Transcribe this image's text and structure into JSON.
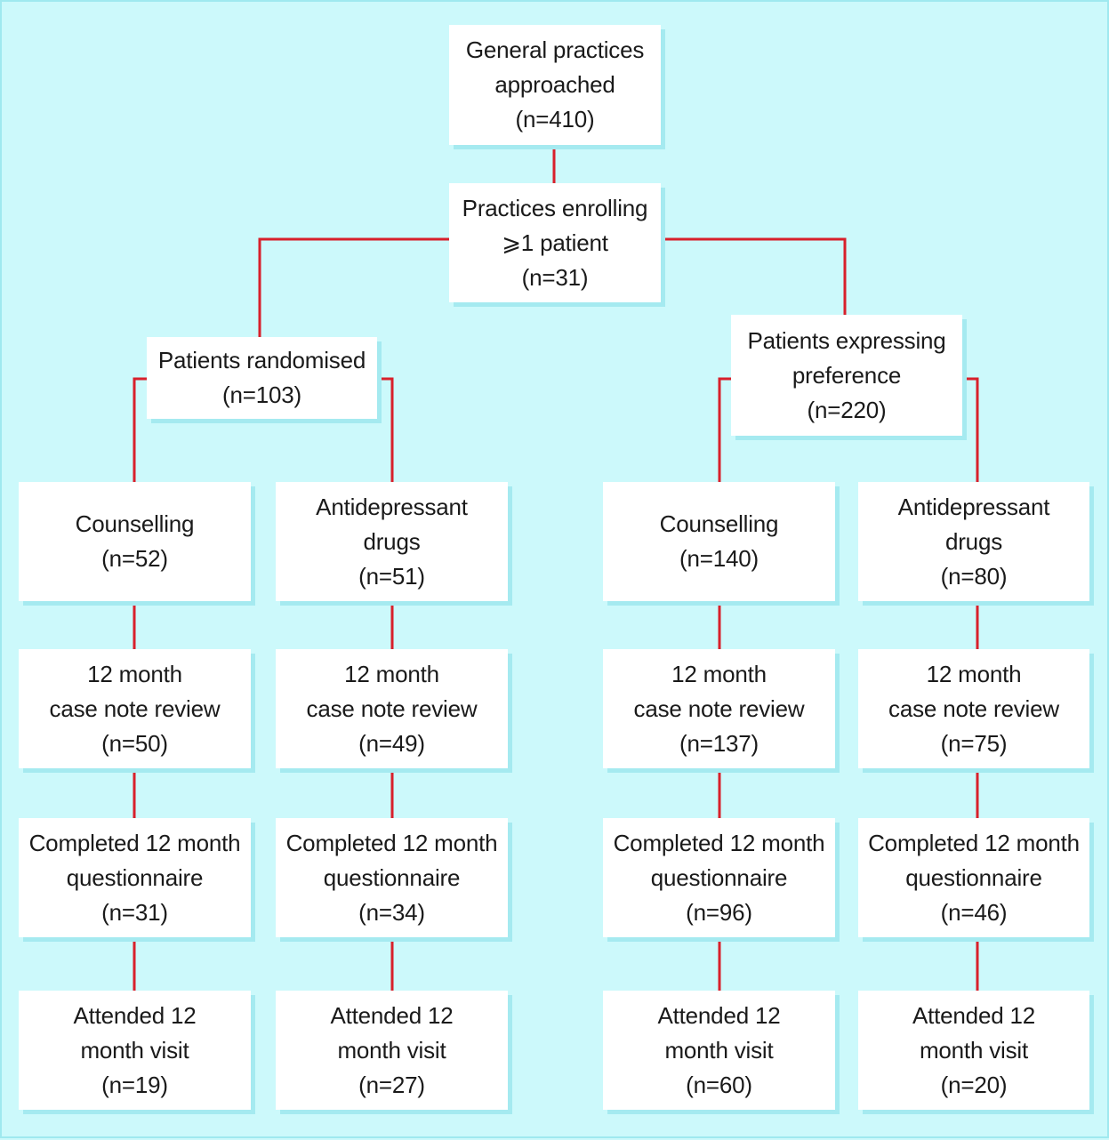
{
  "colors": {
    "background": "#ccf9fb",
    "box": "#ffffff",
    "shadow": "#a5eaf0",
    "connector": "#d8202b"
  },
  "nodes": {
    "approached": {
      "l1": "General practices",
      "l2": "approached",
      "n": "(n=410)"
    },
    "enrolling": {
      "l1": "Practices enrolling",
      "l2": "⩾1 patient",
      "n": "(n=31)"
    },
    "randomised": {
      "l1": "Patients randomised",
      "n": "(n=103)"
    },
    "preference": {
      "l1": "Patients expressing",
      "l2": "preference",
      "n": "(n=220)"
    },
    "rand_couns": {
      "arm": {
        "l1": "Counselling",
        "n": "(n=52)"
      },
      "review": {
        "l1": "12 month",
        "l2": "case note review",
        "n": "(n=50)"
      },
      "quest": {
        "l1": "Completed 12 month",
        "l2": "questionnaire",
        "n": "(n=31)"
      },
      "visit": {
        "l1": "Attended 12",
        "l2": "month visit",
        "n": "(n=19)"
      }
    },
    "rand_drugs": {
      "arm": {
        "l1": "Antidepressant",
        "l2": "drugs",
        "n": "(n=51)"
      },
      "review": {
        "l1": "12 month",
        "l2": "case note review",
        "n": "(n=49)"
      },
      "quest": {
        "l1": "Completed 12 month",
        "l2": "questionnaire",
        "n": "(n=34)"
      },
      "visit": {
        "l1": "Attended 12",
        "l2": "month visit",
        "n": "(n=27)"
      }
    },
    "pref_couns": {
      "arm": {
        "l1": "Counselling",
        "n": "(n=140)"
      },
      "review": {
        "l1": "12 month",
        "l2": "case note review",
        "n": "(n=137)"
      },
      "quest": {
        "l1": "Completed 12 month",
        "l2": "questionnaire",
        "n": "(n=96)"
      },
      "visit": {
        "l1": "Attended 12",
        "l2": "month visit",
        "n": "(n=60)"
      }
    },
    "pref_drugs": {
      "arm": {
        "l1": "Antidepressant",
        "l2": "drugs",
        "n": "(n=80)"
      },
      "review": {
        "l1": "12 month",
        "l2": "case note review",
        "n": "(n=75)"
      },
      "quest": {
        "l1": "Completed 12 month",
        "l2": "questionnaire",
        "n": "(n=46)"
      },
      "visit": {
        "l1": "Attended 12",
        "l2": "month visit",
        "n": "(n=20)"
      }
    }
  }
}
